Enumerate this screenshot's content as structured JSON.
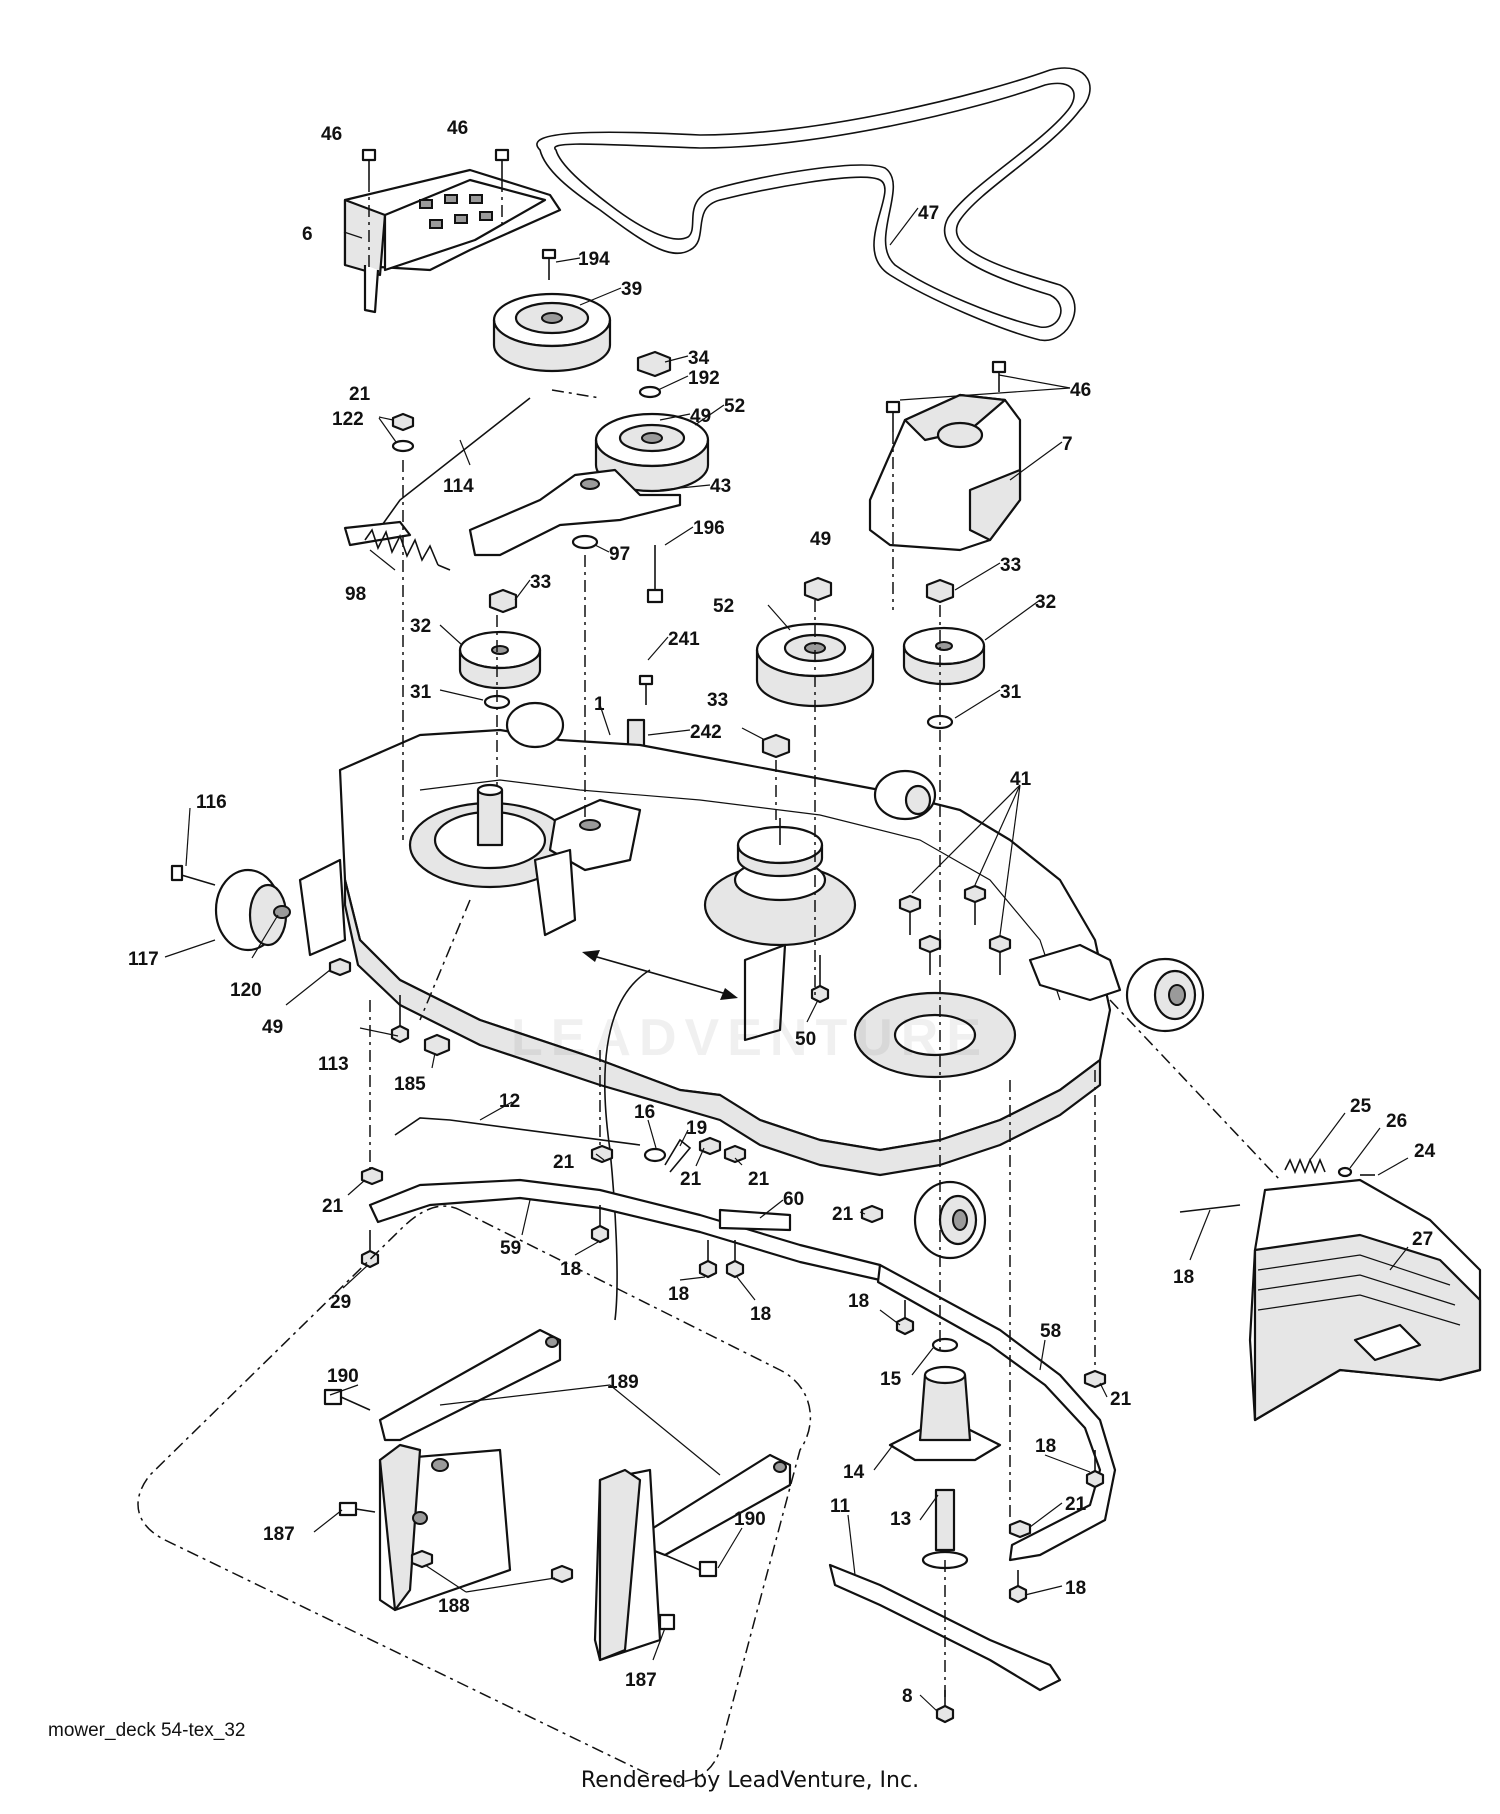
{
  "diagram": {
    "caption": "mower_deck 54-tex_32",
    "footer": "Rendered by LeadVenture, Inc.",
    "watermark": "LEADVENTURE",
    "callouts": [
      {
        "id": "46a",
        "text": "46"
      },
      {
        "id": "46b",
        "text": "46"
      },
      {
        "id": "6",
        "text": "6"
      },
      {
        "id": "194",
        "text": "194"
      },
      {
        "id": "39",
        "text": "39"
      },
      {
        "id": "47",
        "text": "47"
      },
      {
        "id": "34",
        "text": "34"
      },
      {
        "id": "192",
        "text": "192"
      },
      {
        "id": "49a",
        "text": "49"
      },
      {
        "id": "52a",
        "text": "52"
      },
      {
        "id": "46c",
        "text": "46"
      },
      {
        "id": "21a",
        "text": "21"
      },
      {
        "id": "122",
        "text": "122"
      },
      {
        "id": "114",
        "text": "114"
      },
      {
        "id": "43",
        "text": "43"
      },
      {
        "id": "7",
        "text": "7"
      },
      {
        "id": "196",
        "text": "196"
      },
      {
        "id": "97",
        "text": "97"
      },
      {
        "id": "49b",
        "text": "49"
      },
      {
        "id": "98",
        "text": "98"
      },
      {
        "id": "33a",
        "text": "33"
      },
      {
        "id": "33b",
        "text": "33"
      },
      {
        "id": "32a",
        "text": "32"
      },
      {
        "id": "52b",
        "text": "52"
      },
      {
        "id": "32b",
        "text": "32"
      },
      {
        "id": "241",
        "text": "241"
      },
      {
        "id": "31a",
        "text": "31"
      },
      {
        "id": "1",
        "text": "1"
      },
      {
        "id": "33c",
        "text": "33"
      },
      {
        "id": "31b",
        "text": "31"
      },
      {
        "id": "242",
        "text": "242"
      },
      {
        "id": "41",
        "text": "41"
      },
      {
        "id": "116",
        "text": "116"
      },
      {
        "id": "117",
        "text": "117"
      },
      {
        "id": "120",
        "text": "120"
      },
      {
        "id": "49c",
        "text": "49"
      },
      {
        "id": "50",
        "text": "50"
      },
      {
        "id": "113",
        "text": "113"
      },
      {
        "id": "185",
        "text": "185"
      },
      {
        "id": "12",
        "text": "12"
      },
      {
        "id": "16",
        "text": "16"
      },
      {
        "id": "19",
        "text": "19"
      },
      {
        "id": "25",
        "text": "25"
      },
      {
        "id": "26",
        "text": "26"
      },
      {
        "id": "24",
        "text": "24"
      },
      {
        "id": "21b",
        "text": "21"
      },
      {
        "id": "21c",
        "text": "21"
      },
      {
        "id": "21d",
        "text": "21"
      },
      {
        "id": "21e",
        "text": "21"
      },
      {
        "id": "21f",
        "text": "21"
      },
      {
        "id": "60",
        "text": "60"
      },
      {
        "id": "27",
        "text": "27"
      },
      {
        "id": "59",
        "text": "59"
      },
      {
        "id": "18a",
        "text": "18"
      },
      {
        "id": "18b",
        "text": "18"
      },
      {
        "id": "29",
        "text": "29"
      },
      {
        "id": "18c",
        "text": "18"
      },
      {
        "id": "18d",
        "text": "18"
      },
      {
        "id": "18e",
        "text": "18"
      },
      {
        "id": "58",
        "text": "58"
      },
      {
        "id": "15",
        "text": "15"
      },
      {
        "id": "21g",
        "text": "21"
      },
      {
        "id": "190a",
        "text": "190"
      },
      {
        "id": "189",
        "text": "189"
      },
      {
        "id": "18f",
        "text": "18"
      },
      {
        "id": "14",
        "text": "14"
      },
      {
        "id": "190b",
        "text": "190"
      },
      {
        "id": "13",
        "text": "13"
      },
      {
        "id": "21h",
        "text": "21"
      },
      {
        "id": "11",
        "text": "11"
      },
      {
        "id": "187a",
        "text": "187"
      },
      {
        "id": "188",
        "text": "188"
      },
      {
        "id": "18g",
        "text": "18"
      },
      {
        "id": "8",
        "text": "8"
      },
      {
        "id": "187b",
        "text": "187"
      }
    ]
  }
}
